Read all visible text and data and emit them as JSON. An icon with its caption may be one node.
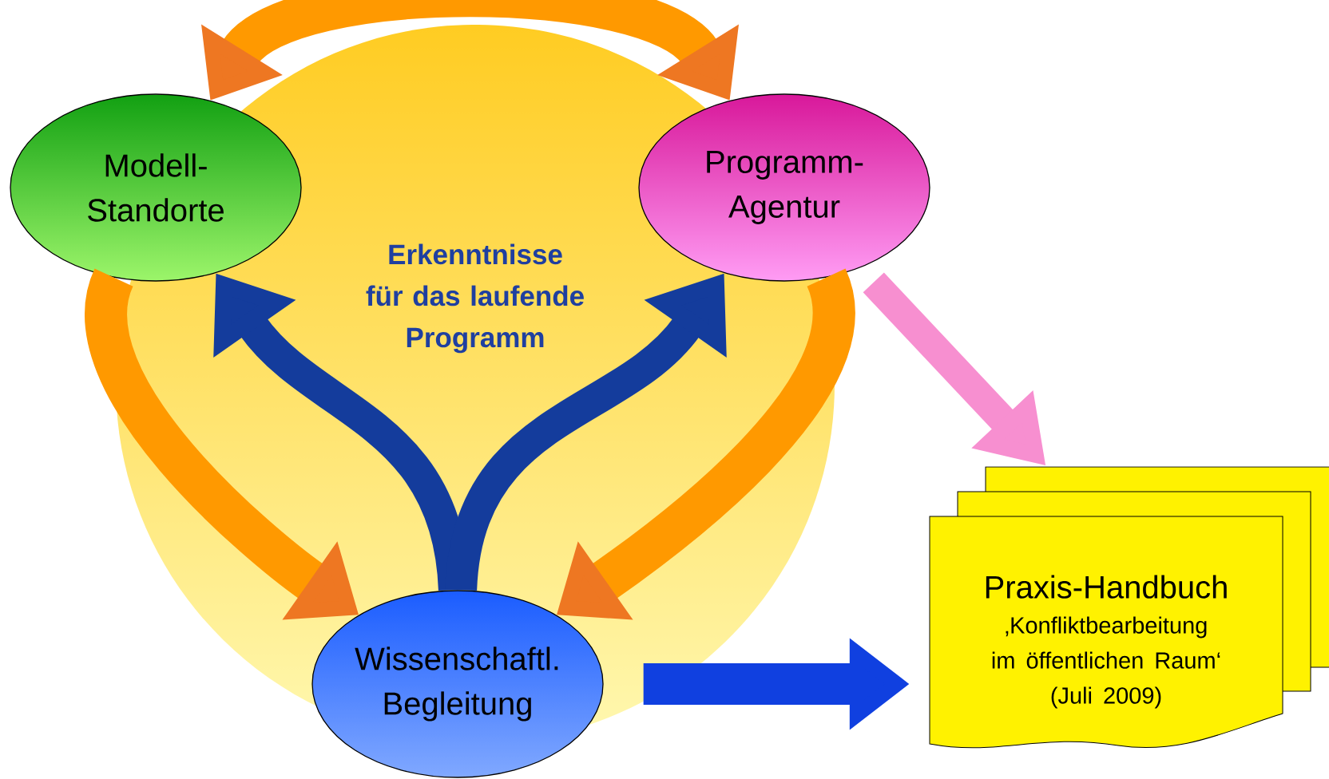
{
  "diagram": {
    "nodes": [
      {
        "text": [
          "Modell- Standorte"
        ]
      },
      {
        "text": [
          "Programm- Agentur"
        ]
      },
      {
        "text": [
          "Wissenschaftl. Begleitung"
        ]
      },
      {
        "text": [
          "Praxis-Handbuch",
          "‚Konfliktbearbeitung im öffentlichen Raum‘",
          "(Juli 2009)"
        ]
      }
    ],
    "edges": [
      {
        "from": 0,
        "to": 1,
        "arrow": "both",
        "color": "#ff9900"
      },
      {
        "from": 0,
        "to": 2,
        "arrow": "to",
        "color": "#ff9900"
      },
      {
        "from": 1,
        "to": 2,
        "arrow": "to",
        "color": "#ff9900"
      },
      {
        "from": 2,
        "to": 0,
        "arrow": "to",
        "color": "#143c9c"
      },
      {
        "from": 2,
        "to": 1,
        "arrow": "to",
        "color": "#143c9c"
      },
      {
        "from": 1,
        "to": 3,
        "arrow": "to",
        "color": "#f78fd0"
      },
      {
        "from": 2,
        "to": 3,
        "arrow": "to",
        "color": "#1040e0"
      }
    ],
    "labels": [
      "Erkenntnisse für das laufende Programm"
    ]
  }
}
